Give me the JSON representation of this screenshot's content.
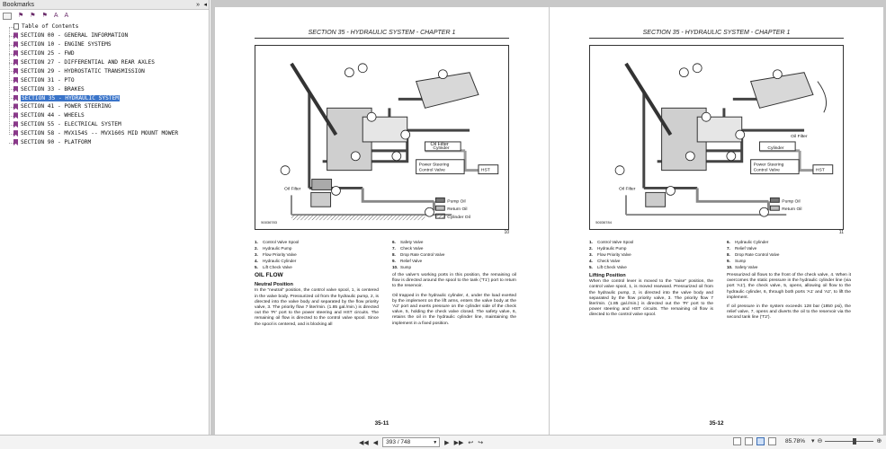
{
  "sidebar": {
    "title": "Bookmarks",
    "collapse_glyph": "»",
    "hide_glyph": "◂",
    "toolbar_icons": [
      "bookmark-list-icon",
      "bookmark-delete-icon",
      "bookmark-add-icon",
      "bookmark-options-icon",
      "font-increase-icon",
      "font-decrease-icon"
    ],
    "font_increase_label": "A",
    "font_decrease_label": "A",
    "items": [
      {
        "label": "Table of Contents",
        "kind": "page"
      },
      {
        "label": "SECTION 00 - GENERAL INFORMATION",
        "kind": "bookmark"
      },
      {
        "label": "SECTION 10 - ENGINE SYSTEMS",
        "kind": "bookmark"
      },
      {
        "label": "SECTION 25 - FWD",
        "kind": "bookmark"
      },
      {
        "label": "SECTION 27 - DIFFERENTIAL AND REAR AXLES",
        "kind": "bookmark"
      },
      {
        "label": "SECTION 29 - HYDROSTATIC TRANSMISSION",
        "kind": "bookmark"
      },
      {
        "label": "SECTION 31 - PTO",
        "kind": "bookmark"
      },
      {
        "label": "SECTION 33 - BRAKES",
        "kind": "bookmark"
      },
      {
        "label": "SECTION 35 - HYDRAULIC SYSTEM",
        "kind": "bookmark",
        "selected": true
      },
      {
        "label": "SECTION 41 - POWER STEERING",
        "kind": "bookmark"
      },
      {
        "label": "SECTION 44 - WHEELS",
        "kind": "bookmark"
      },
      {
        "label": "SECTION 55 - ELECTRICAL SYSTEM",
        "kind": "bookmark"
      },
      {
        "label": "SECTION 58 - MVX154S -- MVX160S MID MOUNT MOWER",
        "kind": "bookmark"
      },
      {
        "label": "SECTION 90 - PLATFORM",
        "kind": "bookmark"
      }
    ]
  },
  "left_page": {
    "header": "SECTION 35 - HYDRAULIC SYSTEM - CHAPTER 1",
    "figure": {
      "code": "50036783",
      "number": "10",
      "labels": {
        "oil_filter_right": "Oil Filter",
        "cylinder": "Cylinder",
        "psv": "Power Steering",
        "psv2": "Control Valve",
        "hst": "HST",
        "oil_filter_left": "Oil Filter",
        "pump_oil": "Pump Oil",
        "return_oil": "Return Oil",
        "cylinder_oil": "Cylinder Oil"
      }
    },
    "legend_left": [
      {
        "n": "1.",
        "t": "Control Valve Spool"
      },
      {
        "n": "2.",
        "t": "Hydraulic Pump"
      },
      {
        "n": "3.",
        "t": "Flow Priority Valve"
      },
      {
        "n": "4.",
        "t": "Hydraulic Cylinder"
      },
      {
        "n": "5.",
        "t": "Lift Check Valve"
      }
    ],
    "legend_right": [
      {
        "n": "6.",
        "t": "Safety Valve"
      },
      {
        "n": "7.",
        "t": "Check Valve"
      },
      {
        "n": "8.",
        "t": "Drop Rate Control Valve"
      },
      {
        "n": "9.",
        "t": "Relief Valve"
      },
      {
        "n": "10.",
        "t": "Sump"
      }
    ],
    "heading": "OIL FLOW",
    "subheading": "Neutral Position",
    "col1_p1": "In the “neutral” position, the control valve spool, 1, is centered in the valve body. Pressurized oil from the hydraulic pump, 2, is directed into the valve body and separated by the flow priority valve, 3. The priority flow 7 liter/min. (1.85 gal./min.) is directed out the 'Pr' port to the power steering and HST circuits. The remaining oil flow is directed to the control valve spool. Since the spool is centered, and is blocking all",
    "col2_p1": "of the valve's working ports in this position, the remaining oil flow is directed around the spool to the tank ('T1') port to return to the reservoir.",
    "col2_p2": "Oil trapped in the hydraulic cylinder, 4, under the load exerted by the implement on the lift arms, enters the valve body at the 'A2' port and exerts pressure on the cylinder side of the check valve, 5, holding the check valve closed. The safety valve, 6, retains the oil in the hydraulic cylinder line, maintaining the implement in a fixed position.",
    "footer": "35-11"
  },
  "right_page": {
    "header": "SECTION 35 - HYDRAULIC SYSTEM - CHAPTER 1",
    "figure": {
      "code": "50036784",
      "number": "11",
      "labels": {
        "oil_filter_right": "Oil Filter",
        "cylinder": "Cylinder",
        "psv": "Power Steering",
        "psv2": "Control Valve",
        "hst": "HST",
        "oil_filter_left": "Oil Filter",
        "pump_oil": "Pump Oil",
        "return_oil": "Return Oil"
      }
    },
    "legend_left": [
      {
        "n": "1.",
        "t": "Control Valve Spool"
      },
      {
        "n": "2.",
        "t": "Hydraulic Pump"
      },
      {
        "n": "3.",
        "t": "Flow Priority Valve"
      },
      {
        "n": "4.",
        "t": "Check Valve"
      },
      {
        "n": "5.",
        "t": "Lift Check Valve"
      }
    ],
    "legend_right": [
      {
        "n": "6.",
        "t": "Hydraulic Cylinder"
      },
      {
        "n": "7.",
        "t": "Relief Valve"
      },
      {
        "n": "8.",
        "t": "Drop Rate Control Valve"
      },
      {
        "n": "9.",
        "t": "Sump"
      },
      {
        "n": "10.",
        "t": "Safety Valve"
      }
    ],
    "subheading": "Lifting Position",
    "col1_p1": "When the control lever is moved to the “raise” position, the control valve spool, 1, is moved rearward. Pressurized oil from the hydraulic pump, 2, is directed into the valve body and separated by the flow priority valve, 3. The priority flow 7 liter/min. (1.85 gal./min.) is directed out the 'Pr' port to the power steering and HST circuits. The remaining oil flow is directed to the control valve spool.",
    "col2_p1": "Pressurized oil flows to the front of the check valve, 4. When it overcomes the static pressure in the hydraulic cylinder line (via port 'A1'), the check valve, 5, opens, allowing oil flow to the hydraulic cylinder, 6, through both ports 'A1' and 'A2', to lift the implement.",
    "col2_p2": "If oil pressure in the system exceeds 128 bar (1850 psi), the relief valve, 7, opens and diverts the oil to the reservoir via the second tank line ('T2').",
    "footer": "35-12"
  },
  "statusbar": {
    "page_value": "393 / 748",
    "zoom": "85.78%",
    "zoom_level": 0.62
  }
}
